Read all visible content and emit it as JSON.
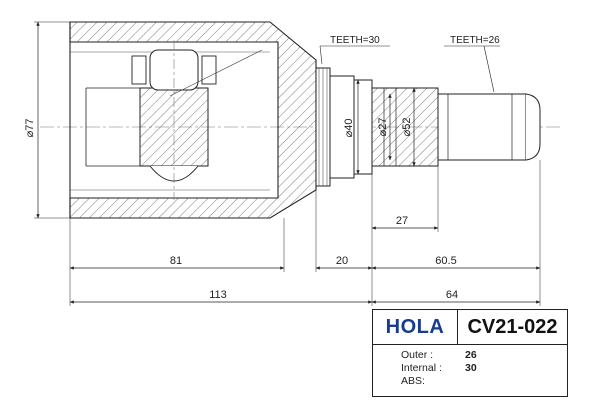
{
  "dimensions": {
    "outer_dia": "⌀77",
    "boot_dia": "⌀40",
    "spline_minor": "⌀27",
    "spline_major": "⌀52",
    "spline_len": "27",
    "body_len": "81",
    "neck_len": "20",
    "shaft_len": "60.5",
    "total_left": "113",
    "total_right": "64"
  },
  "teeth": {
    "inner": "TEETH=30",
    "outer": "TEETH=26"
  },
  "title_block": {
    "brand": "HOLA",
    "part_number": "CV21-022",
    "outer_label": "Outer :",
    "outer_value": "26",
    "internal_label": "Internal :",
    "internal_value": "30",
    "abs_label": "ABS:",
    "abs_value": ""
  }
}
